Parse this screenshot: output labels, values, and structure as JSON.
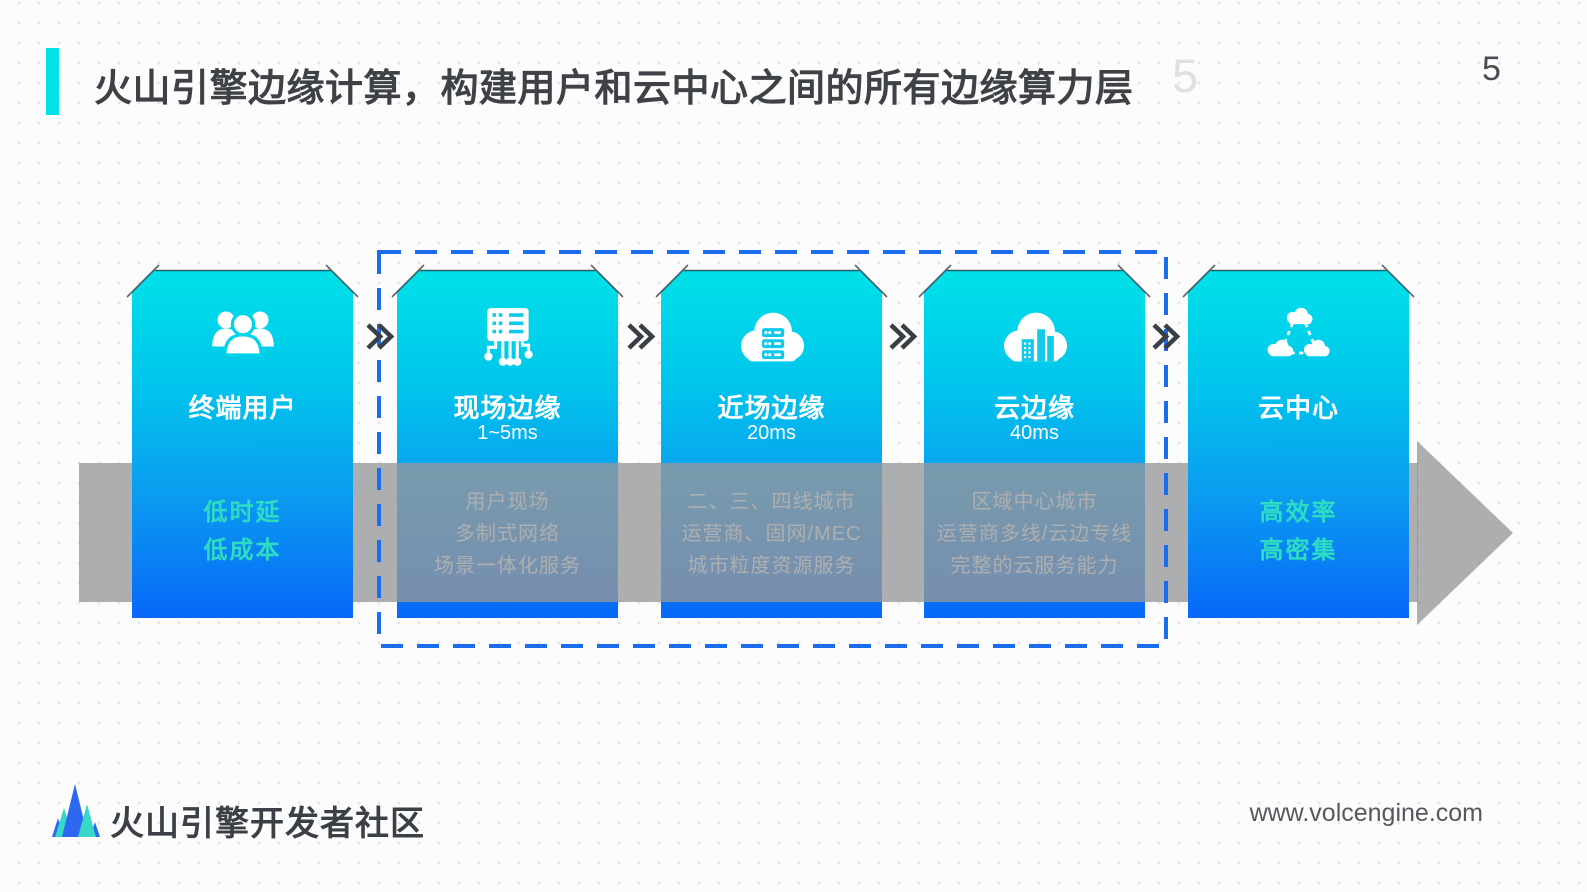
{
  "header": {
    "title": "火山引擎边缘计算，构建用户和云中心之间的所有边缘算力层",
    "watermark": "5",
    "page_number": "5"
  },
  "cards": [
    {
      "label": "终端用户",
      "latency": "",
      "icon": "users-icon",
      "lines": [
        "低时延",
        "低成本"
      ]
    },
    {
      "label": "现场边缘",
      "latency": "1~5ms",
      "icon": "server-network-icon",
      "lines": [
        "用户现场",
        "多制式网络",
        "场景一体化服务"
      ]
    },
    {
      "label": "近场边缘",
      "latency": "20ms",
      "icon": "cloud-server-icon",
      "lines": [
        "二、三、四线城市",
        "运营商、固网/MEC",
        "城市粒度资源服务"
      ]
    },
    {
      "label": "云边缘",
      "latency": "40ms",
      "icon": "cloud-city-icon",
      "lines": [
        "区域中心城市",
        "运营商多线/云边专线",
        "完整的云服务能力"
      ]
    },
    {
      "label": "云中心",
      "latency": "",
      "icon": "cloud-network-icon",
      "lines": [
        "高效率",
        "高密集"
      ]
    }
  ],
  "footer": {
    "brand": "火山引擎开发者社区",
    "url": "www.volcengine.com"
  },
  "colors": {
    "accent_cyan": "#00E2E8",
    "card_gradient_top": "#00E1E8",
    "card_gradient_bottom": "#0768F8",
    "highlight_text_teal": "#2EDCC3",
    "dashed_border_blue": "#1C6CEE",
    "flow_band_gray": "#97989B",
    "chevron_dark": "#3A3F46",
    "logo_blue": "#2D68F1",
    "logo_teal": "#38D8C8"
  }
}
